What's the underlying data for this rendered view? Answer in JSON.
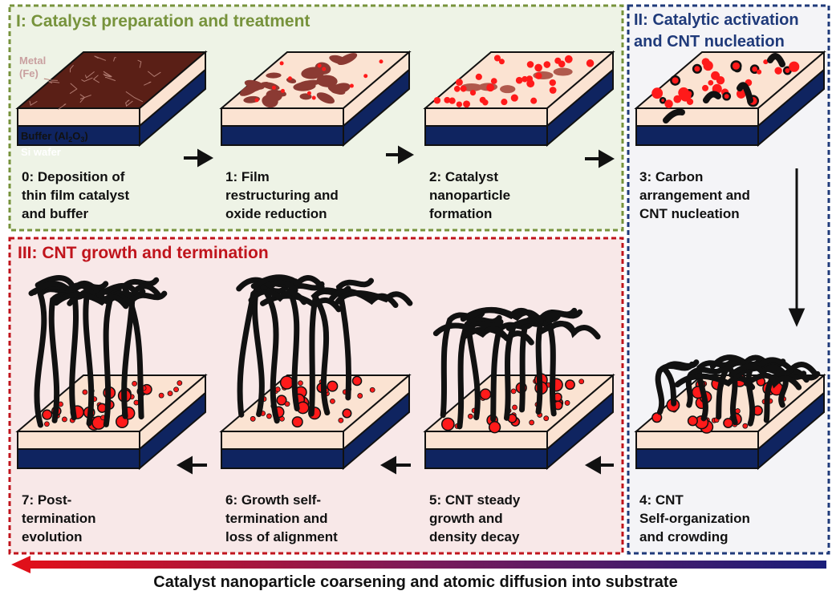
{
  "sections": {
    "s1": {
      "title": "I: Catalyst preparation and treatment",
      "color": "#77933c"
    },
    "s2": {
      "title_lines": [
        "II: Catalytic activation",
        "and CNT nucleation"
      ],
      "color": "#1f3a7a"
    },
    "s3": {
      "title": "III: CNT growth and termination",
      "color": "#c0141c"
    }
  },
  "layer_labels": {
    "metal": [
      "Metal",
      "(Fe)"
    ],
    "buffer_prefix": "Buffer (Al",
    "buffer_sub": "2",
    "buffer_mid": "O",
    "buffer_sub2": "3",
    "buffer_suffix": ")",
    "wafer": "Si wafer"
  },
  "steps": [
    {
      "id": 0,
      "lines": [
        "0: Deposition of",
        "thin film catalyst",
        "and buffer"
      ]
    },
    {
      "id": 1,
      "lines": [
        "1: Film",
        "restructuring and",
        "oxide reduction"
      ]
    },
    {
      "id": 2,
      "lines": [
        "2: Catalyst",
        "nanoparticle",
        "formation"
      ]
    },
    {
      "id": 3,
      "lines": [
        "3: Carbon",
        "arrangement and",
        "CNT nucleation"
      ]
    },
    {
      "id": 4,
      "lines": [
        "4: CNT",
        "Self-organization",
        "and crowding"
      ]
    },
    {
      "id": 5,
      "lines": [
        "5: CNT steady",
        "growth and",
        "density decay"
      ]
    },
    {
      "id": 6,
      "lines": [
        "6: Growth self-",
        "termination and",
        "loss of alignment"
      ]
    },
    {
      "id": 7,
      "lines": [
        "7: Post-",
        "termination",
        "evolution"
      ]
    }
  ],
  "bottom_caption": "Catalyst nanoparticle coarsening and atomic diffusion into substrate",
  "colors": {
    "wafer": "#0f2460",
    "buffer": "#fbe3d2",
    "metal": "#5a1f16",
    "particle_red": "#ff1a1a",
    "brown_island": "#8b3a33",
    "section1_bg": "#eef3e6",
    "section3_bg": "#f8e8e8",
    "section2_bg": "#f5f5f8"
  }
}
